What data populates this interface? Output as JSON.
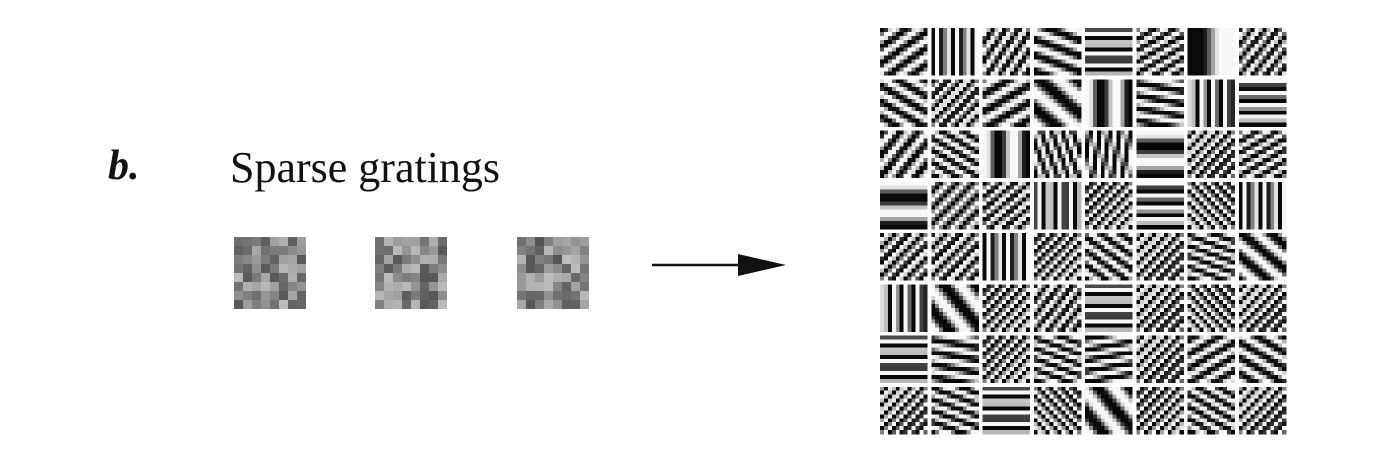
{
  "panel": {
    "letter": "b.",
    "title": "Sparse gratings"
  },
  "input_patches": [
    {
      "name": "input-patch-1",
      "seed": 11
    },
    {
      "name": "input-patch-2",
      "seed": 29
    },
    {
      "name": "input-patch-3",
      "seed": 47
    }
  ],
  "filter_grid": {
    "rows": 8,
    "cols": 8,
    "cells": [
      {
        "angle": 55,
        "freq": 2.2
      },
      {
        "angle": 0,
        "freq": 3.0
      },
      {
        "angle": 35,
        "freq": 2.8
      },
      {
        "angle": 110,
        "freq": 2.0
      },
      {
        "angle": 90,
        "freq": 2.8
      },
      {
        "angle": 60,
        "freq": 3.0
      },
      {
        "angle": 0,
        "freq": 0.5
      },
      {
        "angle": 40,
        "freq": 3.0
      },
      {
        "angle": 120,
        "freq": 2.2
      },
      {
        "angle": 45,
        "freq": 3.2
      },
      {
        "angle": 60,
        "freq": 2.0
      },
      {
        "angle": 130,
        "freq": 1.2
      },
      {
        "angle": 0,
        "freq": 1.0
      },
      {
        "angle": 100,
        "freq": 2.4
      },
      {
        "angle": 0,
        "freq": 2.6
      },
      {
        "angle": 90,
        "freq": 2.4
      },
      {
        "angle": 40,
        "freq": 2.2
      },
      {
        "angle": 120,
        "freq": 2.8
      },
      {
        "angle": 0,
        "freq": 1.0
      },
      {
        "angle": 160,
        "freq": 3.0
      },
      {
        "angle": 10,
        "freq": 3.0
      },
      {
        "angle": 90,
        "freq": 1.0
      },
      {
        "angle": 45,
        "freq": 3.4
      },
      {
        "angle": 60,
        "freq": 3.0
      },
      {
        "angle": 90,
        "freq": 1.0
      },
      {
        "angle": 45,
        "freq": 2.6
      },
      {
        "angle": 50,
        "freq": 3.2
      },
      {
        "angle": 0,
        "freq": 2.8
      },
      {
        "angle": 45,
        "freq": 3.6
      },
      {
        "angle": 90,
        "freq": 2.4
      },
      {
        "angle": 135,
        "freq": 3.6
      },
      {
        "angle": 0,
        "freq": 3.0
      },
      {
        "angle": 45,
        "freq": 3.0
      },
      {
        "angle": 45,
        "freq": 3.0
      },
      {
        "angle": 0,
        "freq": 3.0
      },
      {
        "angle": 45,
        "freq": 3.6
      },
      {
        "angle": 125,
        "freq": 2.6
      },
      {
        "angle": 45,
        "freq": 3.4
      },
      {
        "angle": 110,
        "freq": 3.0
      },
      {
        "angle": 130,
        "freq": 1.6
      },
      {
        "angle": 0,
        "freq": 2.6
      },
      {
        "angle": 140,
        "freq": 1.2
      },
      {
        "angle": 45,
        "freq": 3.6
      },
      {
        "angle": 40,
        "freq": 3.0
      },
      {
        "angle": 90,
        "freq": 2.8
      },
      {
        "angle": 45,
        "freq": 3.4
      },
      {
        "angle": 135,
        "freq": 3.6
      },
      {
        "angle": 45,
        "freq": 3.4
      },
      {
        "angle": 90,
        "freq": 2.8
      },
      {
        "angle": 100,
        "freq": 2.4
      },
      {
        "angle": 45,
        "freq": 3.6
      },
      {
        "angle": 110,
        "freq": 3.0
      },
      {
        "angle": 80,
        "freq": 2.8
      },
      {
        "angle": 45,
        "freq": 3.4
      },
      {
        "angle": 60,
        "freq": 2.4
      },
      {
        "angle": 120,
        "freq": 2.2
      },
      {
        "angle": 45,
        "freq": 3.4
      },
      {
        "angle": 110,
        "freq": 2.8
      },
      {
        "angle": 90,
        "freq": 2.8
      },
      {
        "angle": 135,
        "freq": 3.6
      },
      {
        "angle": 140,
        "freq": 1.2
      },
      {
        "angle": 45,
        "freq": 3.6
      },
      {
        "angle": 120,
        "freq": 2.8
      },
      {
        "angle": 45,
        "freq": 3.4
      }
    ]
  }
}
